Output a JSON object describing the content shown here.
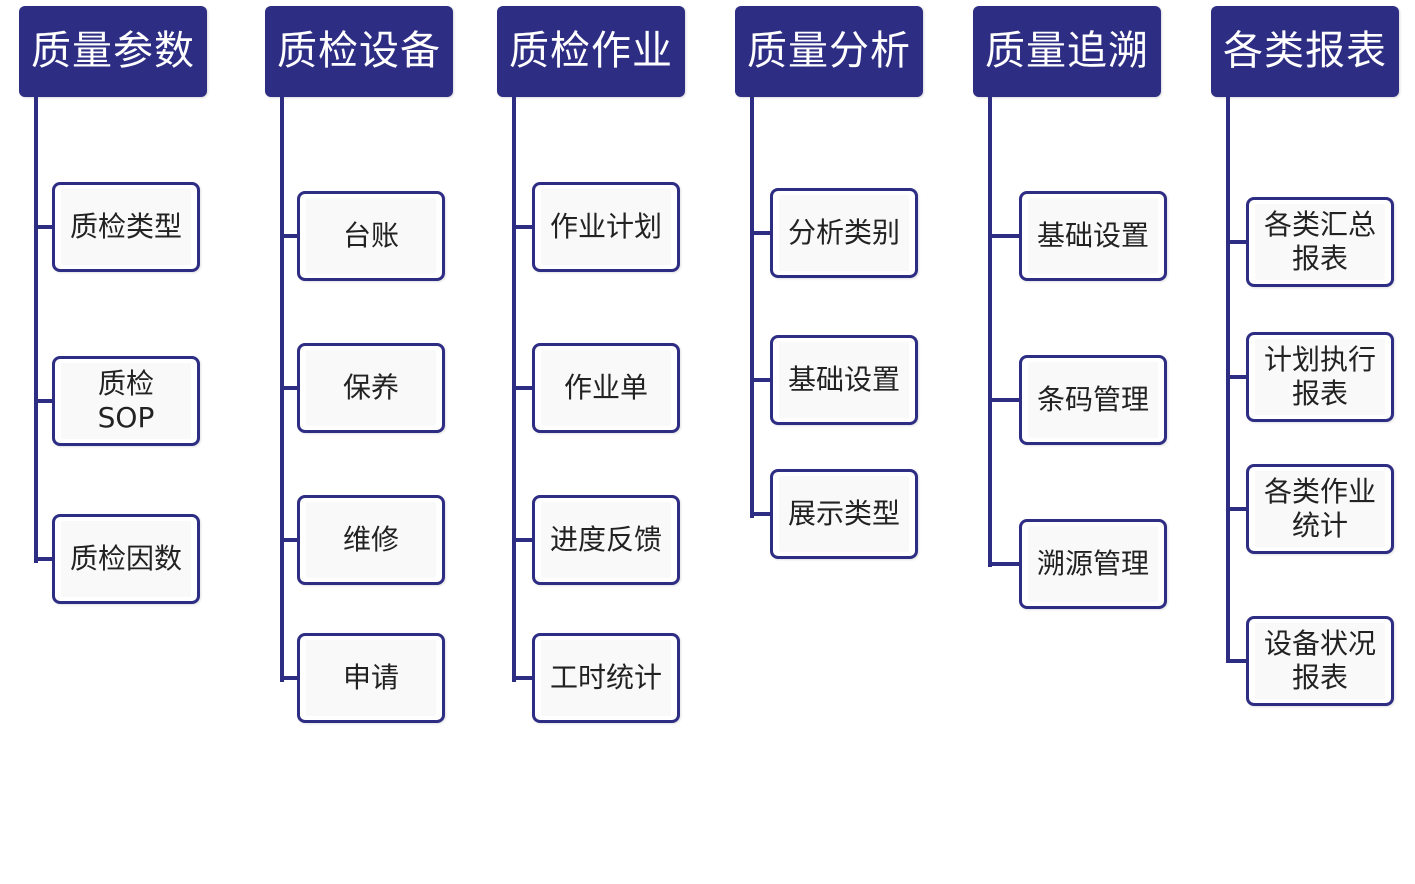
{
  "diagram": {
    "columns": [
      {
        "title": "质量参数",
        "items": [
          "质检类型",
          "质检\nSOP",
          "质检因数"
        ]
      },
      {
        "title": "质检设备",
        "items": [
          "台账",
          "保养",
          "维修",
          "申请"
        ]
      },
      {
        "title": "质检作业",
        "items": [
          "作业计划",
          "作业单",
          "进度反馈",
          "工时统计"
        ]
      },
      {
        "title": "质量分析",
        "items": [
          "分析类别",
          "基础设置",
          "展示类型"
        ]
      },
      {
        "title": "质量追溯",
        "items": [
          "基础设置",
          "条码管理",
          "溯源管理"
        ]
      },
      {
        "title": "各类报表",
        "items": [
          "各类汇总\n报表",
          "计划执行\n报表",
          "各类作业\n统计",
          "设备状况\n报表"
        ]
      }
    ],
    "colors": {
      "header_bg": "#2e2d84",
      "header_text": "#ffffff",
      "box_border": "#2e2d84",
      "line": "#2e2d84"
    }
  }
}
